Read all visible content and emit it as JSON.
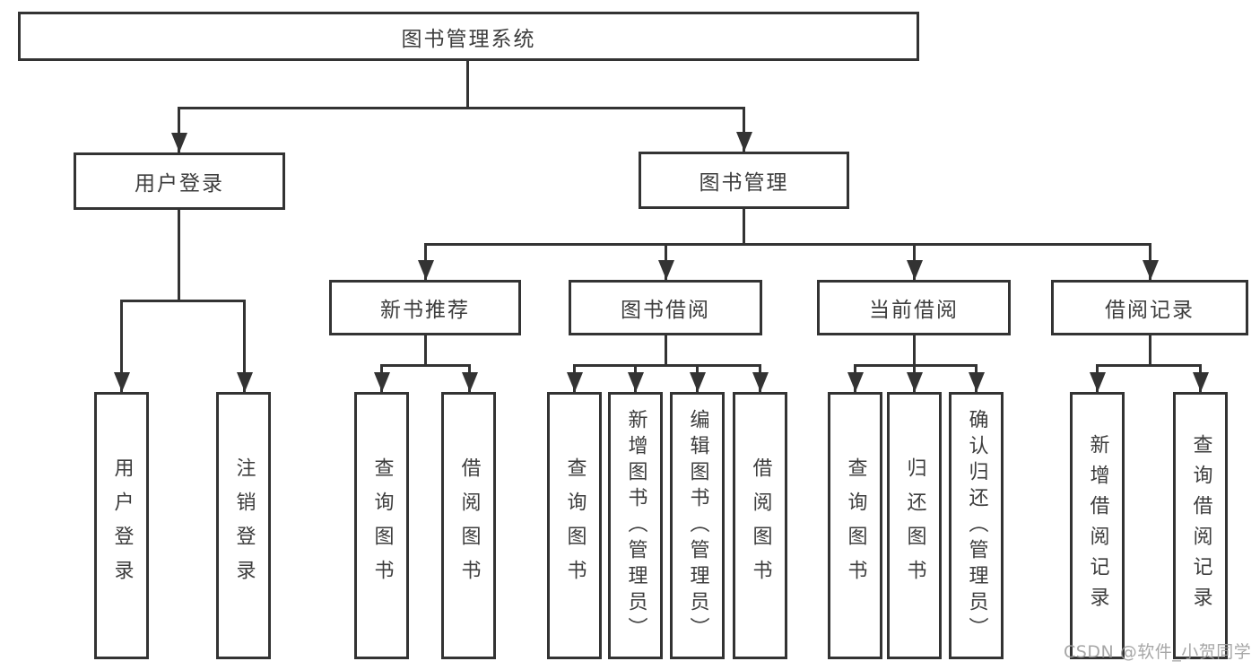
{
  "diagram_title": "图书管理系统",
  "tree": {
    "label": "图书管理系统",
    "children": [
      {
        "label": "用户登录",
        "children": [
          {
            "label": "用户登录"
          },
          {
            "label": "注销登录"
          }
        ]
      },
      {
        "label": "图书管理",
        "children": [
          {
            "label": "新书推荐",
            "children": [
              {
                "label": "查询图书"
              },
              {
                "label": "借阅图书"
              }
            ]
          },
          {
            "label": "图书借阅",
            "children": [
              {
                "label": "查询图书"
              },
              {
                "label": "新增图书（管理员）"
              },
              {
                "label": "编辑图书（管理员）"
              },
              {
                "label": "借阅图书"
              }
            ]
          },
          {
            "label": "当前借阅",
            "children": [
              {
                "label": "查询图书"
              },
              {
                "label": "归还图书"
              },
              {
                "label": "确认归还（管理员）"
              }
            ]
          },
          {
            "label": "借阅记录",
            "children": [
              {
                "label": "新增借阅记录"
              },
              {
                "label": "查询借阅记录"
              }
            ]
          }
        ]
      }
    ]
  },
  "watermark": {
    "text": "CSDN @软件_小贺同学"
  },
  "colors": {
    "line": "#333333",
    "box_border": "#333333",
    "box_fill": "#ffffff",
    "label_text": "#3d3d3d",
    "watermark_text": "#9e9e9e",
    "background": "#ffffff"
  }
}
